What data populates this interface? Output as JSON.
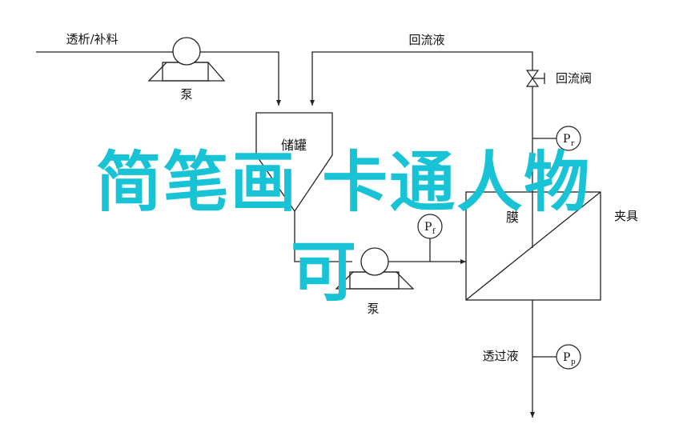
{
  "colors": {
    "line": "#222222",
    "overlay": "#19c3d6",
    "background": "#ffffff"
  },
  "labels": {
    "feed": "透析/补料",
    "reflux_liquid": "回流液",
    "reflux_valve": "回流阀",
    "pump_top": "泵",
    "tank": "储罐",
    "pressure_r": "P",
    "pressure_r_sub": "r",
    "pressure_f": "P",
    "pressure_f_sub": "f",
    "pump_bottom": "泵",
    "membrane": "膜",
    "clamp": "夹具",
    "permeate": "透过液",
    "pressure_p": "P",
    "pressure_p_sub": "p"
  },
  "overlay": {
    "line1": "简笔画 卡通人物",
    "line2": "可"
  }
}
